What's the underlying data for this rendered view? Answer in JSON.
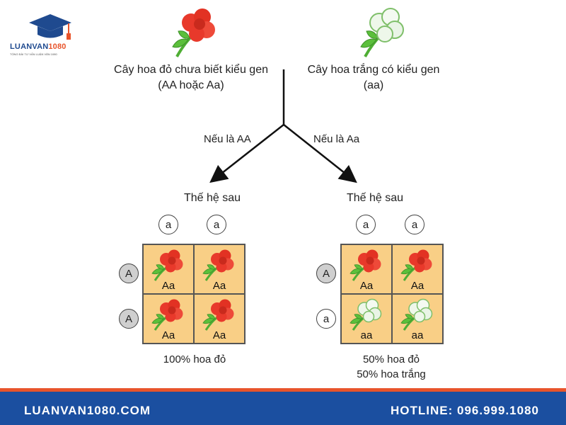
{
  "brand": {
    "name_main": "LUANVAN",
    "name_accent": "1080",
    "tagline": "TỔNG ĐÀI TƯ VẤN LUẬN VĂN 1080"
  },
  "parents": {
    "red": {
      "line1": "Cây hoa đỏ chưa biết kiểu gen",
      "line2": "(AA hoặc Aa)"
    },
    "white": {
      "line1": "Cây hoa trắng có kiểu gen",
      "line2": "(aa)"
    }
  },
  "branches": {
    "left": "Nếu là AA",
    "right": "Nếu là Aa"
  },
  "generations": [
    {
      "title": "Thế hệ sau",
      "col_alleles": [
        "a",
        "a"
      ],
      "row_alleles": [
        "A",
        "A"
      ],
      "cells": [
        {
          "genotype": "Aa",
          "flower": "red"
        },
        {
          "genotype": "Aa",
          "flower": "red"
        },
        {
          "genotype": "Aa",
          "flower": "red"
        },
        {
          "genotype": "Aa",
          "flower": "red"
        }
      ],
      "result": [
        "100% hoa đỏ"
      ]
    },
    {
      "title": "Thế hệ sau",
      "col_alleles": [
        "a",
        "a"
      ],
      "row_alleles": [
        "A",
        "a"
      ],
      "cells": [
        {
          "genotype": "Aa",
          "flower": "red"
        },
        {
          "genotype": "Aa",
          "flower": "red"
        },
        {
          "genotype": "aa",
          "flower": "white"
        },
        {
          "genotype": "aa",
          "flower": "white"
        }
      ],
      "result": [
        "50% hoa đỏ",
        "50% hoa trắng"
      ]
    }
  ],
  "footer": {
    "website": "LUANVAN1080.COM",
    "hotline": "HOTLINE: 096.999.1080"
  },
  "colors": {
    "red_flower": "#e8392b",
    "white_flower": "#e9f4e6",
    "leaf": "#5bbf3b",
    "cell": "#f9cf86",
    "brand_blue": "#1b4fa0",
    "brand_orange": "#e8542b"
  }
}
